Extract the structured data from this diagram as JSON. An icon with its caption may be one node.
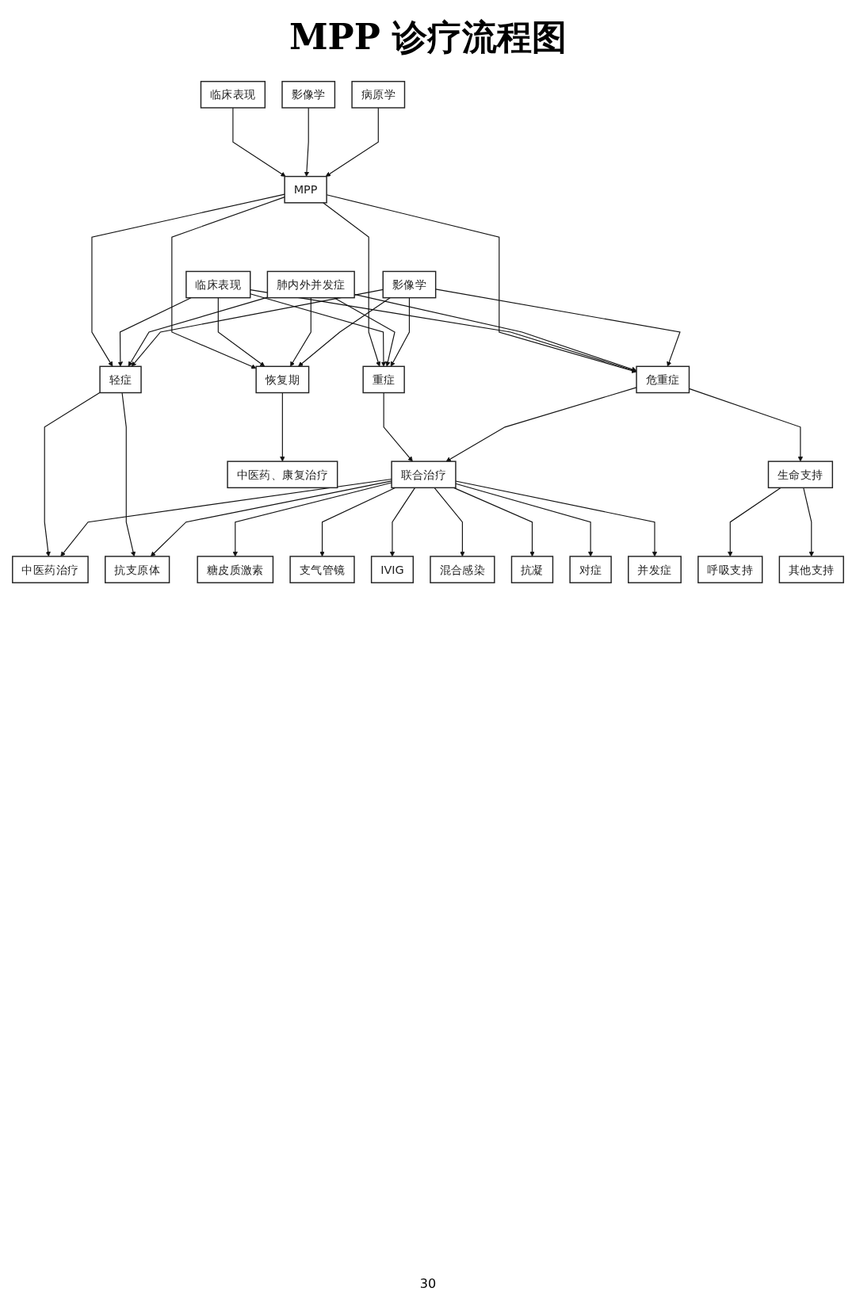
{
  "diagram": {
    "title": "MPP 诊疗流程图",
    "nodes": [
      {
        "text": [
          "临床表现"
        ]
      },
      {
        "text": [
          "影像学"
        ]
      },
      {
        "text": [
          "病原学"
        ]
      },
      {
        "text": [
          "MPP"
        ]
      },
      {
        "text": [
          "临床表现"
        ]
      },
      {
        "text": [
          "肺内外并发症"
        ]
      },
      {
        "text": [
          "影像学"
        ]
      },
      {
        "text": [
          "轻症"
        ]
      },
      {
        "text": [
          "重症"
        ]
      },
      {
        "text": [
          "危重症"
        ]
      },
      {
        "text": [
          "恢复期"
        ]
      },
      {
        "text": [
          "联合治疗"
        ]
      },
      {
        "text": [
          "中医药治疗"
        ]
      },
      {
        "text": [
          "抗支原体"
        ]
      },
      {
        "text": [
          "糖皮质激素"
        ]
      },
      {
        "text": [
          "支气管镜"
        ]
      },
      {
        "text": [
          "IVIG"
        ]
      },
      {
        "text": [
          "混合感染"
        ]
      },
      {
        "text": [
          "抗凝"
        ]
      },
      {
        "text": [
          "对症"
        ]
      },
      {
        "text": [
          "并发症"
        ]
      },
      {
        "text": [
          "生命支持"
        ]
      },
      {
        "text": [
          "中医药、康复治疗"
        ]
      },
      {
        "text": [
          "呼吸支持"
        ]
      },
      {
        "text": [
          "其他支持"
        ]
      }
    ],
    "edges": [
      {
        "from": 0,
        "to": 3,
        "arrow": "to"
      },
      {
        "from": 1,
        "to": 3,
        "arrow": "to"
      },
      {
        "from": 2,
        "to": 3,
        "arrow": "to"
      },
      {
        "from": 3,
        "to": 7,
        "arrow": "to"
      },
      {
        "from": 3,
        "to": 8,
        "arrow": "to"
      },
      {
        "from": 3,
        "to": 9,
        "arrow": "to"
      },
      {
        "from": 3,
        "to": 10,
        "arrow": "to"
      },
      {
        "from": 4,
        "to": 7,
        "arrow": "to"
      },
      {
        "from": 4,
        "to": 8,
        "arrow": "to"
      },
      {
        "from": 4,
        "to": 9,
        "arrow": "to"
      },
      {
        "from": 4,
        "to": 10,
        "arrow": "to"
      },
      {
        "from": 5,
        "to": 7,
        "arrow": "to"
      },
      {
        "from": 5,
        "to": 8,
        "arrow": "to"
      },
      {
        "from": 5,
        "to": 9,
        "arrow": "to"
      },
      {
        "from": 5,
        "to": 10,
        "arrow": "to"
      },
      {
        "from": 6,
        "to": 7,
        "arrow": "to"
      },
      {
        "from": 6,
        "to": 8,
        "arrow": "to"
      },
      {
        "from": 6,
        "to": 9,
        "arrow": "to"
      },
      {
        "from": 6,
        "to": 10,
        "arrow": "to"
      },
      {
        "from": 8,
        "to": 11,
        "arrow": "to"
      },
      {
        "from": 9,
        "to": 11,
        "arrow": "to"
      },
      {
        "from": 9,
        "to": 21,
        "arrow": "to"
      },
      {
        "from": 7,
        "to": 12,
        "arrow": "to"
      },
      {
        "from": 7,
        "to": 13,
        "arrow": "to"
      },
      {
        "from": 11,
        "to": 12,
        "arrow": "to"
      },
      {
        "from": 11,
        "to": 13,
        "arrow": "to"
      },
      {
        "from": 11,
        "to": 14,
        "arrow": "to"
      },
      {
        "from": 11,
        "to": 15,
        "arrow": "to"
      },
      {
        "from": 11,
        "to": 16,
        "arrow": "to"
      },
      {
        "from": 11,
        "to": 17,
        "arrow": "to"
      },
      {
        "from": 11,
        "to": 18,
        "arrow": "to"
      },
      {
        "from": 11,
        "to": 19,
        "arrow": "to"
      },
      {
        "from": 11,
        "to": 20,
        "arrow": "to"
      },
      {
        "from": 21,
        "to": 23,
        "arrow": "to"
      },
      {
        "from": 21,
        "to": 24,
        "arrow": "to"
      },
      {
        "from": 10,
        "to": 22,
        "arrow": "to"
      }
    ],
    "labels": [
      "30"
    ]
  }
}
